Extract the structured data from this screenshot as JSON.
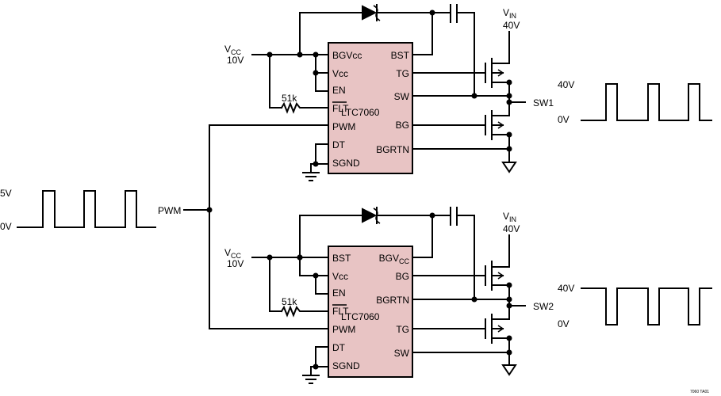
{
  "top": {
    "chip_name": "LTC7060",
    "left_pins": [
      "BGVcc",
      "Vcc",
      "EN",
      "FLT",
      "PWM",
      "DT",
      "SGND"
    ],
    "right_pins": [
      "BST",
      "TG",
      "SW",
      "BG",
      "BGRTN"
    ],
    "vcc_label": "V",
    "vcc_sub": "CC",
    "vcc_value": "10V",
    "vin_label": "V",
    "vin_sub": "IN",
    "vin_value": "40V",
    "resistor": "51k",
    "output_label": "SW1",
    "wave_high": "40V",
    "wave_low": "0V"
  },
  "bottom": {
    "chip_name": "LTC7060",
    "left_pins": [
      "BST",
      "Vcc",
      "EN",
      "FLT",
      "PWM",
      "DT",
      "SGND"
    ],
    "right_pins": [
      "BG",
      "BGRTN",
      "TG",
      "SW"
    ],
    "right_top_pin_base": "BGV",
    "right_top_pin_sub": "CC",
    "vcc_label": "V",
    "vcc_sub": "CC",
    "vcc_value": "10V",
    "vin_label": "V",
    "vin_sub": "IN",
    "vin_value": "40V",
    "resistor": "51k",
    "output_label": "SW2",
    "wave_high": "40V",
    "wave_low": "0V"
  },
  "input": {
    "label": "PWM",
    "wave_high": "5V",
    "wave_low": "0V"
  },
  "footer": "7060 TA01"
}
